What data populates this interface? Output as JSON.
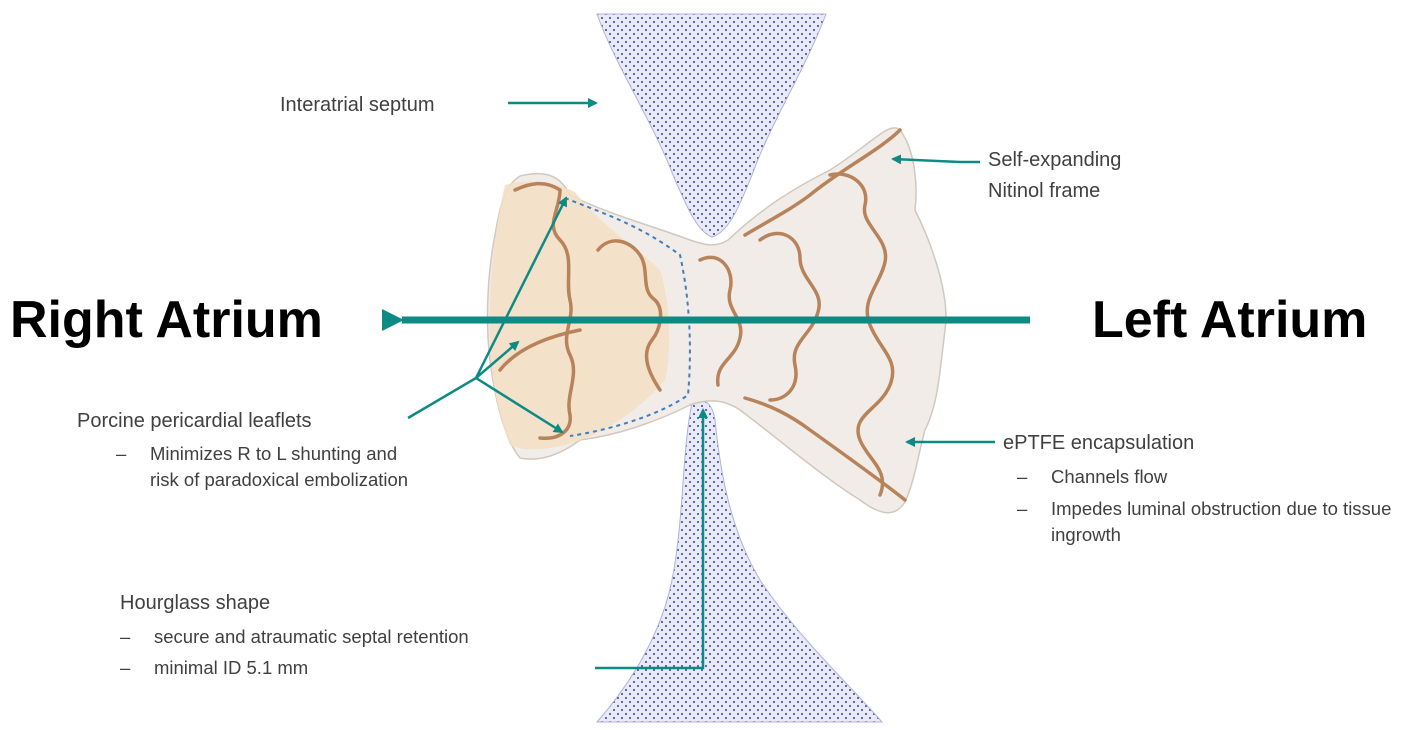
{
  "atria": {
    "right": "Right Atrium",
    "left": "Left Atrium"
  },
  "labels": {
    "septum": "Interatrial septum",
    "frame": "Self-expanding\nNitinol frame",
    "leaflets": {
      "title": "Porcine pericardial leaflets",
      "bullets": [
        "Minimizes R to L shunting and risk of paradoxical embolization"
      ]
    },
    "eptfe": {
      "title": "ePTFE encapsulation",
      "bullets": [
        "Channels flow",
        "Impedes luminal obstruction due to tissue ingrowth"
      ]
    },
    "hourglass": {
      "title": "Hourglass shape",
      "bullets": [
        "secure and atraumatic septal retention",
        "minimal ID 5.1 mm"
      ]
    }
  },
  "bullet_glyph": "–",
  "colors": {
    "arrow": "#0e8a85",
    "septum_fill": "#e8e9f6",
    "septum_dot": "#3b3f8c",
    "frame_wire": "#b8835a",
    "membrane": "#f1ece6",
    "leaflet": "#f3dfc4",
    "suture": "#3f7fc0"
  }
}
